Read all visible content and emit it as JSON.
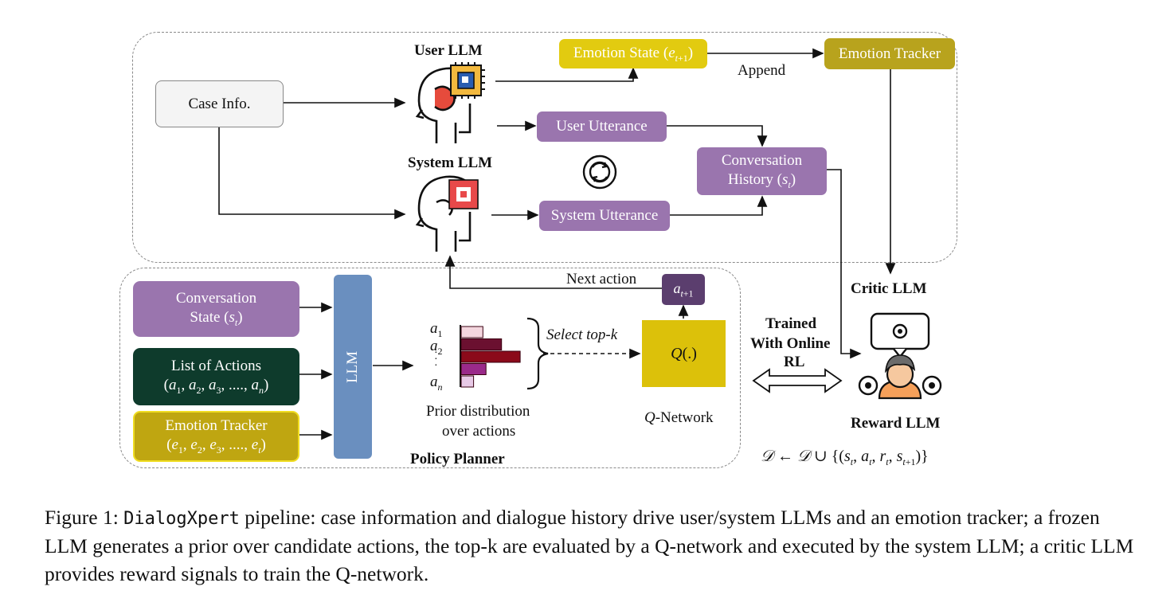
{
  "nodes": {
    "user_llm": "User LLM",
    "system_llm": "System LLM",
    "case_info": "Case Info.",
    "emotion_state": "Emotion State (e_{t+1})",
    "emotion_tracker_top": "Emotion Tracker",
    "append": "Append",
    "user_utterance": "User Utterance",
    "system_utterance": "System Utterance",
    "conversation_history_line1": "Conversation",
    "conversation_history_line2": "History (s_t)",
    "next_action": "Next action",
    "a_next": "a_{t+1}",
    "critic_llm": "Critic LLM",
    "conversation_state_line1": "Conversation",
    "conversation_state_line2": "State (s_t)",
    "list_actions_line1": "List of Actions",
    "list_actions_line2": "(a_1, a_2, a_3, ...., a_n)",
    "emotion_tracker_line1": "Emotion Tracker",
    "emotion_tracker_line2": "(e_1, e_2, e_3, ...., e_t)",
    "llm": "LLM",
    "a1": "a_1",
    "a2": "a_2",
    "an": "a_n",
    "select_topk": "Select top-k",
    "q_func": "Q(.)",
    "prior_line1": "Prior distribution",
    "prior_line2": "over actions",
    "q_network": "Q-Network",
    "policy_planner": "Policy Planner",
    "trained_line1": "Trained",
    "trained_line2": "With Online",
    "trained_line3": "RL",
    "reward_llm": "Reward LLM",
    "buffer_update": "𝒟 ← 𝒟 ∪ {(s_t, a_t, r_t, s_{t+1})}"
  },
  "caption": {
    "prefix": "Figure 1: ",
    "name": "DialogXpert",
    "text": " pipeline: case information and dialogue history drive user/system LLMs and an emotion tracker; a frozen LLM generates a prior over candidate actions, the top-k are evaluated by a Q-network and executed by the system LLM; a critic LLM provides reward signals to train the Q-network."
  },
  "prior_bars": [
    0.35,
    0.65,
    0.95,
    0.4,
    0.2
  ],
  "colors": {
    "purple": "#9a75ae",
    "yellow": "#e2cb10",
    "olive": "#b8a31d",
    "dark_green": "#0e3b2c",
    "llm_blue": "#6a8fbf",
    "q_yellow": "#dcc10a",
    "a_next_box": "#5b3e6e",
    "bar_dark": "#8b0a1a"
  }
}
